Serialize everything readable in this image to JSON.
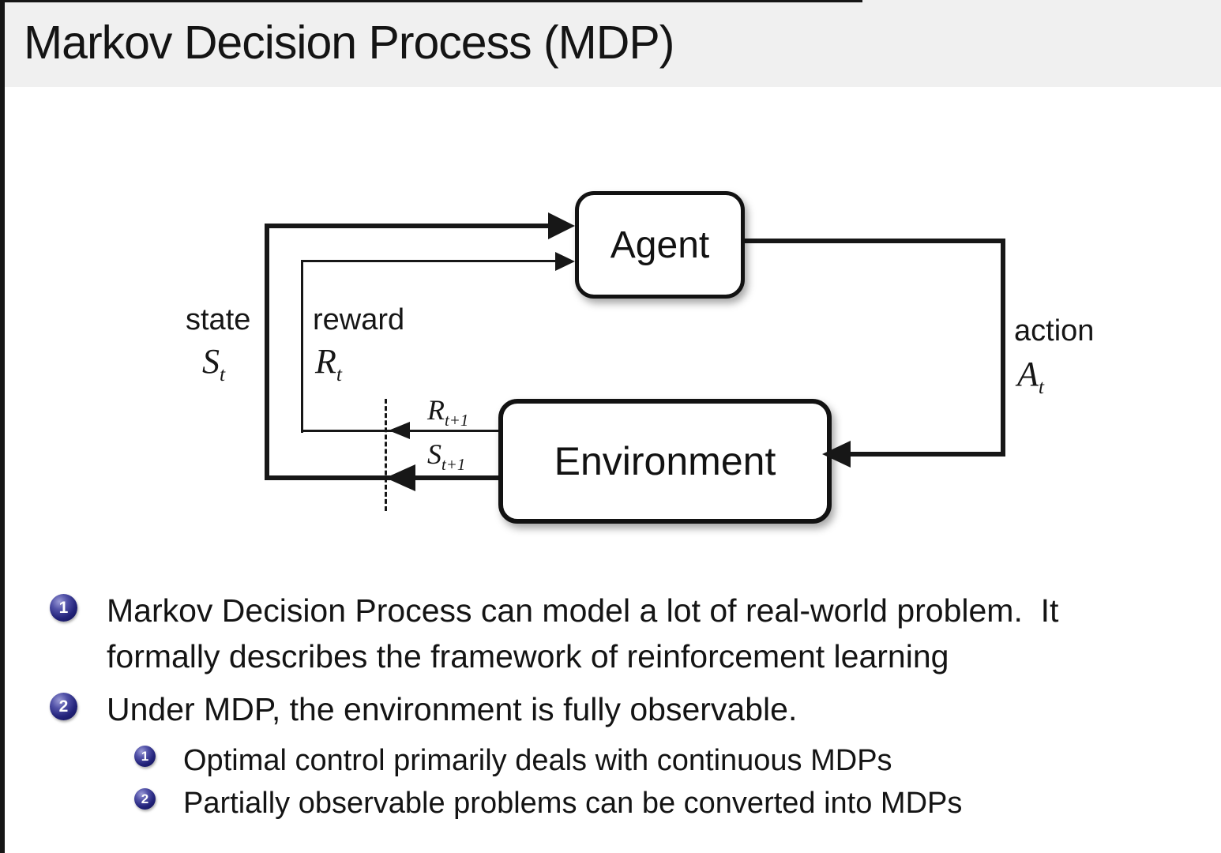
{
  "slide": {
    "title": "Markov Decision Process (MDP)",
    "header_bg": "#f0f0f0",
    "ink_color": "#161616",
    "bullet_navy": "#23237a"
  },
  "diagram": {
    "agent": "Agent",
    "environment": "Environment",
    "state": {
      "label": "state",
      "base": "S",
      "sub": "t"
    },
    "reward": {
      "label": "reward",
      "base": "R",
      "sub": "t"
    },
    "action": {
      "label": "action",
      "base": "A",
      "sub": "t"
    },
    "next_reward": {
      "base": "R",
      "sub": "t+1"
    },
    "next_state": {
      "base": "S",
      "sub": "t+1"
    }
  },
  "bullets": [
    {
      "number": "1",
      "lines": [
        "Markov Decision Process can model a lot of real-world problem.  It",
        "formally describes the framework of reinforcement learning"
      ]
    },
    {
      "number": "2",
      "lines": [
        "Under MDP, the environment is fully observable."
      ]
    }
  ],
  "sub_bullets": [
    {
      "number": "1",
      "lines": [
        "Optimal control primarily deals with continuous MDPs"
      ]
    },
    {
      "number": "2",
      "lines": [
        "Partially observable problems can be converted into MDPs"
      ]
    }
  ]
}
